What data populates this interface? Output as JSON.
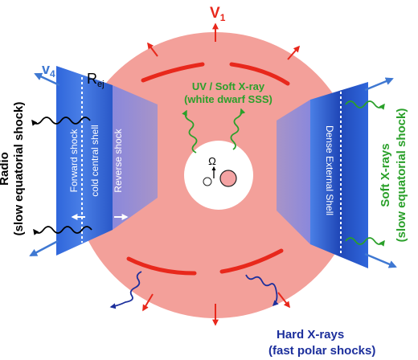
{
  "colors": {
    "fast_wind": "#f3a09a",
    "ejecta": "#3b6fd8",
    "reverse_shock_zone": "#9b8fd0",
    "red": "#e8281c",
    "blue_arrow": "#3f78d2",
    "green": "#2aa02a",
    "navy": "#1c2f9c",
    "black": "#000000",
    "white": "#ffffff"
  },
  "labels": {
    "v1": "V",
    "v1_sub": "1",
    "v4": "v",
    "v4_sub": "4",
    "r_ej": "R",
    "r_ej_sub": "ej",
    "uv_line1": "UV / Soft X-ray",
    "uv_line2": "(white dwarf SSS)",
    "omega": "Ω",
    "forward_shock": "Forward shock",
    "cold_shell": "cold central shell",
    "reverse_shock": "Reverse shock",
    "dense_shell": "Dense External Shell",
    "radio_line1": "Radio",
    "radio_line2": "(slow equatorial shock)",
    "soft_line1": "Soft X-rays",
    "soft_line2": "(slow equatorial shock)",
    "hard_line1": "Hard X-rays",
    "hard_line2": "(fast polar shocks)"
  }
}
